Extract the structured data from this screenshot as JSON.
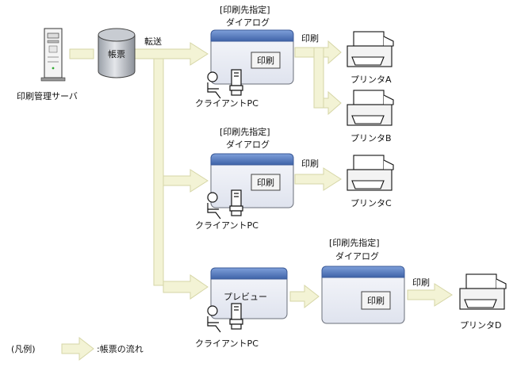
{
  "server": {
    "label": "印刷管理サーバ"
  },
  "database": {
    "label": "帳票"
  },
  "transfer_label": "転送",
  "dialog_title": {
    "line1": "[印刷先指定]",
    "line2": "ダイアログ"
  },
  "print_button": "印刷",
  "print_label": "印刷",
  "client_label": "クライアントPC",
  "preview_label": "プレビュー",
  "printers": [
    "プリンタA",
    "プリンタB",
    "プリンタC",
    "プリンタD"
  ],
  "legend": {
    "prefix": "(凡例)",
    "text": ":帳票の流れ"
  },
  "colors": {
    "flow": "#f2f2d2",
    "flow_stroke": "#d8d8a8",
    "dialog_header": "#5b7fc0",
    "dialog_body": "#eef0f6"
  }
}
